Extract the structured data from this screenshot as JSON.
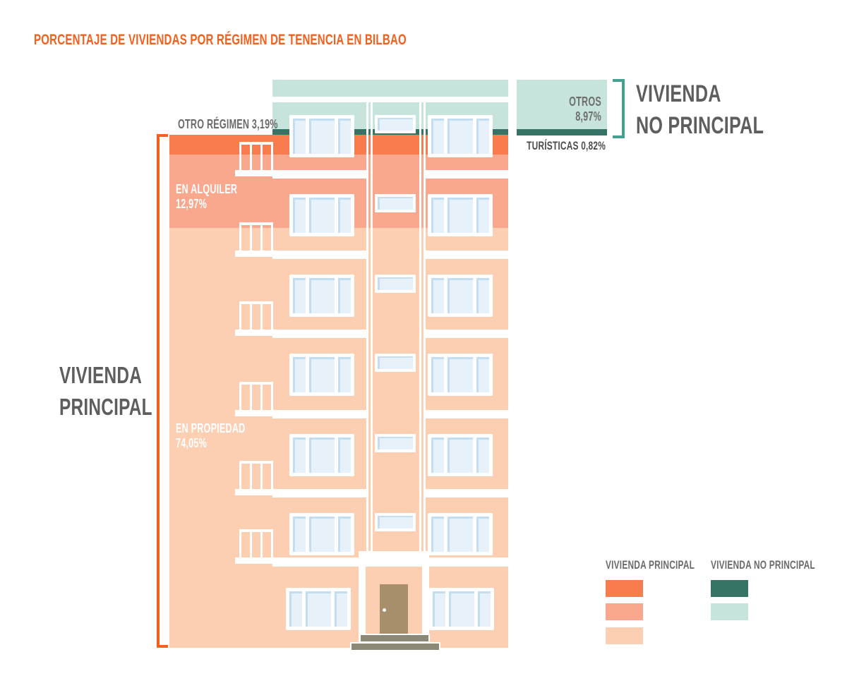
{
  "title": {
    "text": "PORCENTAJE DE VIVIENDAS POR RÉGIMEN DE TENENCIA EN BILBAO",
    "color": "#F2601D"
  },
  "chart_data": {
    "type": "bar",
    "variant": "stacked-pictorial-building",
    "title": "PORCENTAJE DE VIVIENDAS POR RÉGIMEN DE TENENCIA EN BILBAO",
    "unit": "%",
    "categories": [
      "VIVIENDA PRINCIPAL",
      "VIVIENDA NO PRINCIPAL"
    ],
    "series": [
      {
        "name": "EN PROPIEDAD",
        "category": "VIVIENDA PRINCIPAL",
        "value": 74.05,
        "display": "74,05%",
        "color": "#FDCFB2"
      },
      {
        "name": "EN ALQUILER",
        "category": "VIVIENDA PRINCIPAL",
        "value": 12.97,
        "display": "12,97%",
        "color": "#F9A78D"
      },
      {
        "name": "OTRO RÉGIMEN",
        "category": "VIVIENDA PRINCIPAL",
        "value": 3.19,
        "display": "3,19%",
        "color": "#F87C4E"
      },
      {
        "name": "TURÍSTICAS",
        "category": "VIVIENDA NO PRINCIPAL",
        "value": 0.82,
        "display": "0,82%",
        "color": "#357465"
      },
      {
        "name": "OTROS",
        "category": "VIVIENDA NO PRINCIPAL",
        "value": 8.97,
        "display": "8,97%",
        "color": "#C6E3DC"
      }
    ]
  },
  "labels": {
    "otro_regimen": "OTRO RÉGIMEN 3,19%",
    "en_alquiler_line1": "EN ALQUILER",
    "en_alquiler_line2": "12,97%",
    "en_propiedad_line1": "EN PROPIEDAD",
    "en_propiedad_line2": "74,05%",
    "otros_line1": "OTROS",
    "otros_line2": "8,97%",
    "turisticas": "TURÍSTICAS 0,82%",
    "vivienda_principal_line1": "VIVIENDA",
    "vivienda_principal_line2": "PRINCIPAL",
    "vivienda_no_principal_line1": "VIVIENDA",
    "vivienda_no_principal_line2": "NO PRINCIPAL"
  },
  "legend": {
    "principal": {
      "title": "VIVIENDA PRINCIPAL",
      "colors": [
        "#F87C4E",
        "#F9A78D",
        "#FDCFB2"
      ]
    },
    "no_principal": {
      "title": "VIVIENDA NO PRINCIPAL",
      "colors": [
        "#357465",
        "#C6E3DC"
      ]
    }
  },
  "colors": {
    "accent_orange": "#F4611C",
    "bracket_teal": "#43A18E",
    "text_gray": "#5E5E5E",
    "door_brown": "#A78F6B",
    "steps_gray": "#8C8878",
    "window_pane": "#E7F1FA"
  }
}
